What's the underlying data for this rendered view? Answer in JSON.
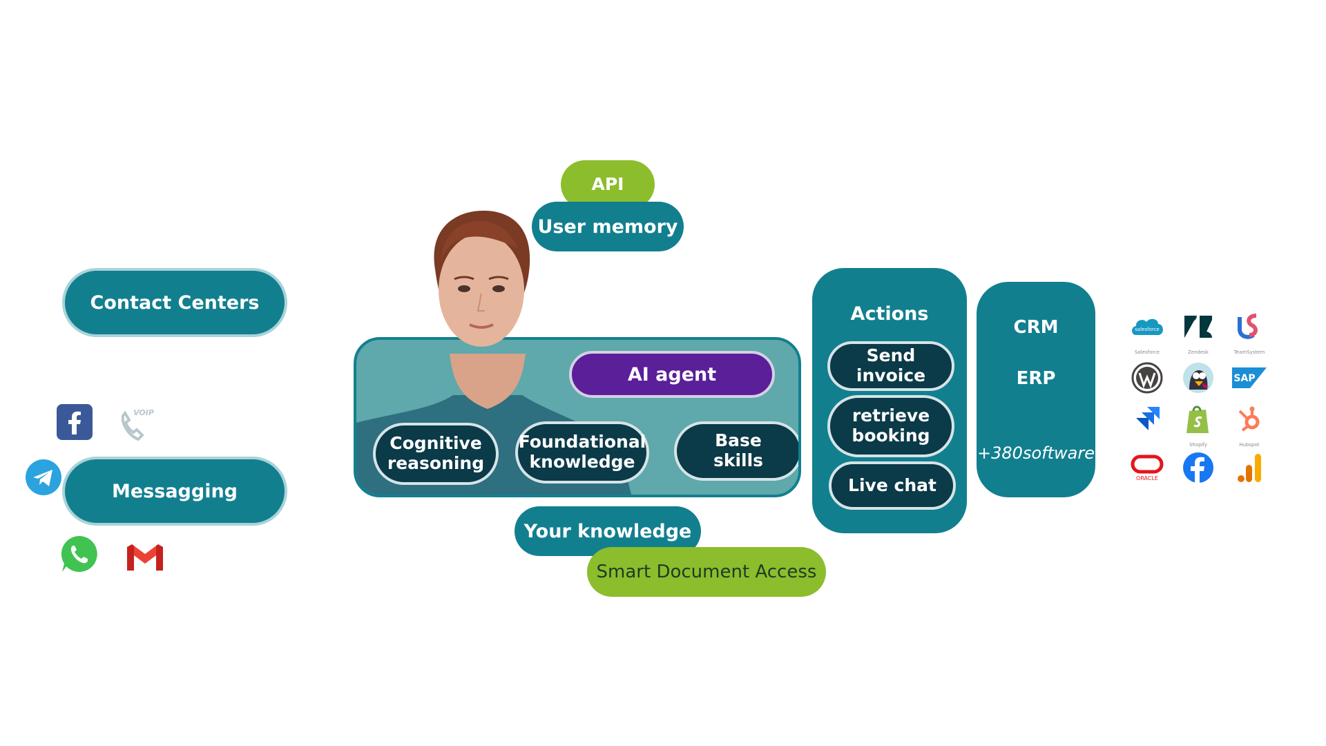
{
  "channels": {
    "contact_centers": "Contact Centers",
    "messaging": "Messagging",
    "voip_label": "VOIP"
  },
  "agent": {
    "api": "API",
    "user_memory": "User memory",
    "ai_agent": "AI agent",
    "cognitive": "Cognitive reasoning",
    "foundational": "Foundational knowledge",
    "base_skills": "Base skills",
    "your_knowledge": "Your knowledge",
    "smart_doc": "Smart Document Access"
  },
  "actions": {
    "title": "Actions",
    "items": [
      "Send invoice",
      "retrieve booking",
      "Live chat"
    ]
  },
  "systems": {
    "crm": "CRM",
    "erp": "ERP",
    "more": "+380software"
  },
  "software_logos": {
    "salesforce_text": "salesforce",
    "oracle_text": "ORACLE",
    "sap_text": "SAP",
    "captions": [
      "Salesforce",
      "Zendesk",
      "TeamSystem",
      "Shopify",
      "Hubspot"
    ]
  },
  "colors": {
    "teal": "#127f8f",
    "dark_teal": "#0b3a48",
    "purple": "#5a1f99",
    "green": "#8cbd2c"
  }
}
